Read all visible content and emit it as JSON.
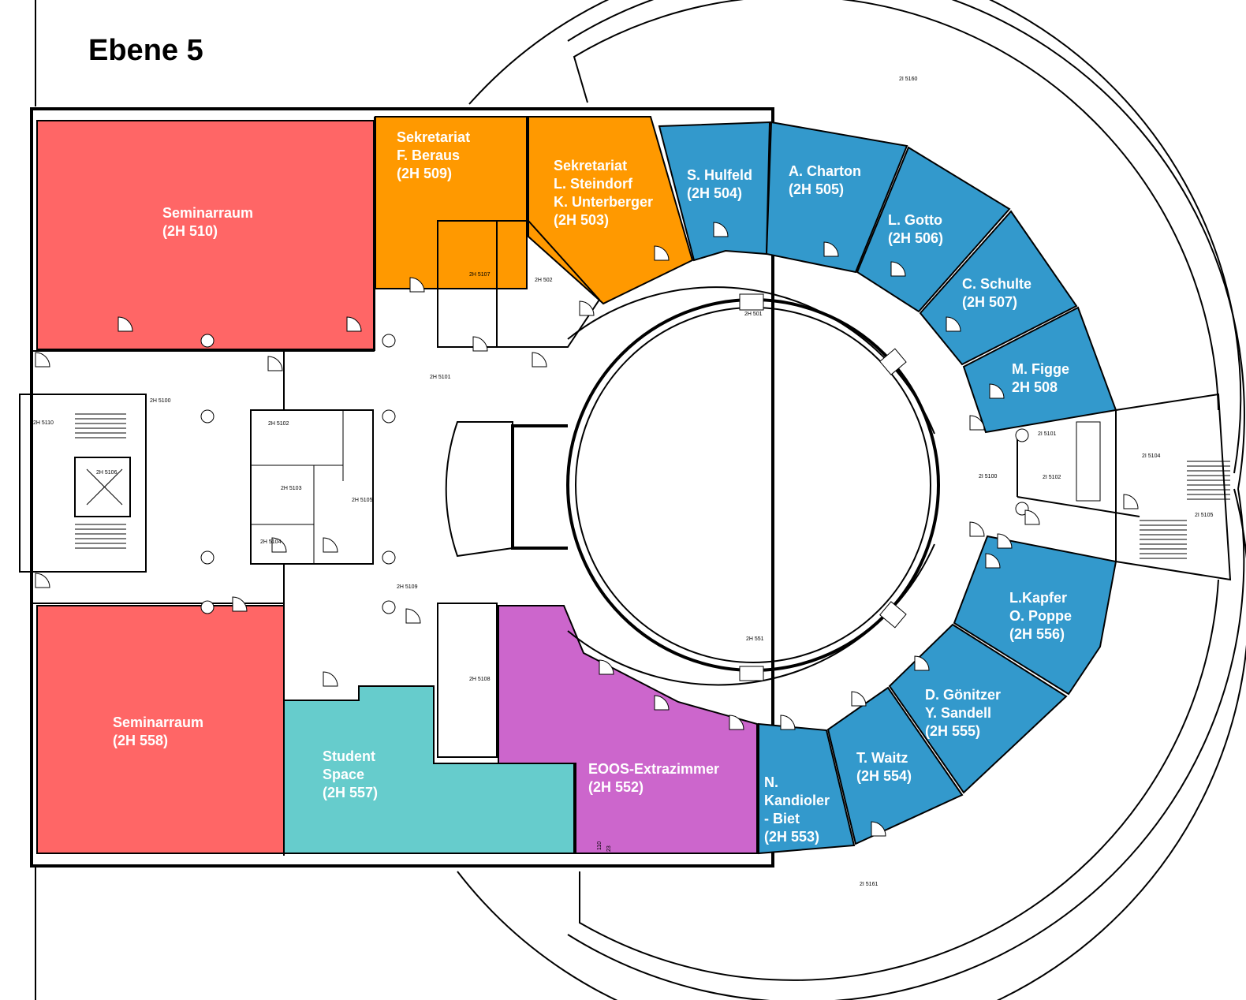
{
  "title": "Ebene 5",
  "colors": {
    "seminar": "#ff6666",
    "secretariat": "#ff9900",
    "office": "#3399cc",
    "student": "#66cccc",
    "extra": "#cc66cc"
  },
  "rooms": {
    "r510": {
      "lines": [
        "Seminarraum",
        "(2H 510)"
      ]
    },
    "r509": {
      "lines": [
        "Sekretariat",
        "F. Beraus",
        "(2H 509)"
      ]
    },
    "r503": {
      "lines": [
        "Sekretariat",
        "L. Steindorf",
        "K. Unterberger",
        "(2H 503)"
      ]
    },
    "r504": {
      "lines": [
        "S. Hulfeld",
        "(2H 504)"
      ]
    },
    "r505": {
      "lines": [
        "A. Charton",
        "(2H 505)"
      ]
    },
    "r506": {
      "lines": [
        "L. Gotto",
        "(2H 506)"
      ]
    },
    "r507": {
      "lines": [
        "C. Schulte",
        "(2H 507)"
      ]
    },
    "r508": {
      "lines": [
        "M. Figge",
        "2H 508"
      ]
    },
    "r556": {
      "lines": [
        "L.Kapfer",
        "O. Poppe",
        "(2H 556)"
      ]
    },
    "r555": {
      "lines": [
        "D. Gönitzer",
        "Y. Sandell",
        "(2H 555)"
      ]
    },
    "r554": {
      "lines": [
        "T. Waitz",
        "(2H 554)"
      ]
    },
    "r553": {
      "lines": [
        "N.",
        "Kandioler",
        "- Biet",
        "(2H 553)"
      ]
    },
    "r552": {
      "lines": [
        "EOOS-Extrazimmer",
        "(2H 552)"
      ]
    },
    "r557": {
      "lines": [
        "Student",
        "Space",
        "(2H 557)"
      ]
    },
    "r558": {
      "lines": [
        "Seminarraum",
        "(2H 558)"
      ]
    }
  },
  "small_labels": {
    "l5160": "2I 5160",
    "l5161": "2I 5161",
    "l501": "2H 501",
    "l551": "2H 551",
    "l5107": "2H 5107",
    "l502": "2H 502",
    "l5101": "2H 5101",
    "l5100": "2H 5100",
    "l5110": "2H 5110",
    "l5106": "2H 5106",
    "l5102": "2H 5102",
    "l5103": "2H 5103",
    "l5105": "2H 5105",
    "l5104": "2H 5104",
    "l5109": "2H 5109",
    "l5108": "2H 5108",
    "l2i5100": "2I 5100",
    "l2i5101": "2I 5101",
    "l2i5102": "2I 5102",
    "l2i5104": "2I 5104",
    "l2i5105": "2I 5105",
    "l110": "110",
    "l23": "23"
  }
}
